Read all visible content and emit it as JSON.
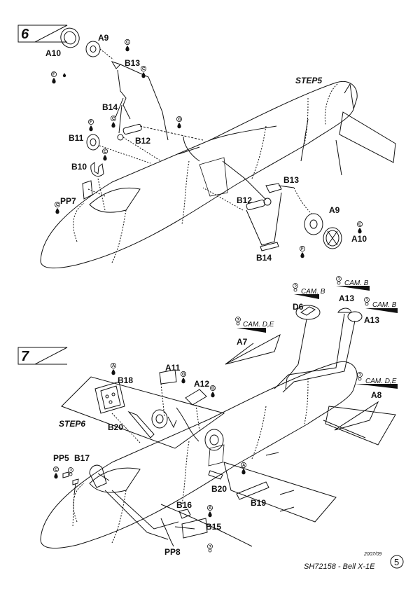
{
  "step6": {
    "number": "6",
    "stage_label": "STEP5",
    "parts": {
      "a10_top": "A10",
      "a9_top": "A9",
      "b13_top": "B13",
      "b14_left": "B14",
      "b11": "B11",
      "b12_left": "B12",
      "b10": "B10",
      "pp7": "PP7",
      "b13_right": "B13",
      "b12_right": "B12",
      "b14_right": "B14",
      "a9_right": "A9",
      "a10_right": "A10"
    }
  },
  "step7": {
    "number": "7",
    "stage_label": "STEP6",
    "camouflage": {
      "cam_b_1": "CAM. B",
      "cam_b_2": "CAM. B",
      "cam_b_3": "CAM. B",
      "cam_de_1": "CAM. D,E",
      "cam_de_2": "CAM. D,E"
    },
    "parts": {
      "d6": "D6",
      "a13_1": "A13",
      "a13_2": "A13",
      "a7": "A7",
      "a8": "A8",
      "b18": "B18",
      "a11": "A11",
      "a12": "A12",
      "b20_left": "B20",
      "pp5": "PP5",
      "b17": "B17",
      "b20_right": "B20",
      "b19": "B19",
      "b16": "B16",
      "b15": "B15",
      "pp8": "PP8"
    }
  },
  "paint_codes": {
    "c": "C",
    "f": "F",
    "g": "G",
    "a": "A"
  },
  "icons": [
    "paint-drop-icon",
    "cement-tube-icon",
    "optional-part-icon",
    "page-number-badge"
  ],
  "footer": {
    "date": "2007/09",
    "title": "SH72158 - Bell X-1E",
    "page": "5"
  }
}
